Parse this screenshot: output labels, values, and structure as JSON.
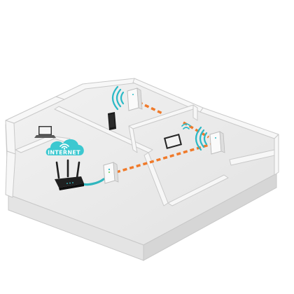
{
  "diagram": {
    "internet_label": "INTERNET",
    "colors": {
      "wall_top": "#f4f4f4",
      "wall_face": "#dcdcdc",
      "floor": "#ebebeb",
      "outline": "#c8c8c8",
      "cloud": "#3cc8d0",
      "ethernet": "#2fb6be",
      "powerline": "#f07a2a",
      "wifi": "#2ab9c6",
      "router": "#1f1f1f"
    },
    "icons": [
      "internet-cloud",
      "wifi-router",
      "powerline-adapter",
      "wifi-extender",
      "laptop",
      "tablet",
      "smartphone"
    ]
  }
}
